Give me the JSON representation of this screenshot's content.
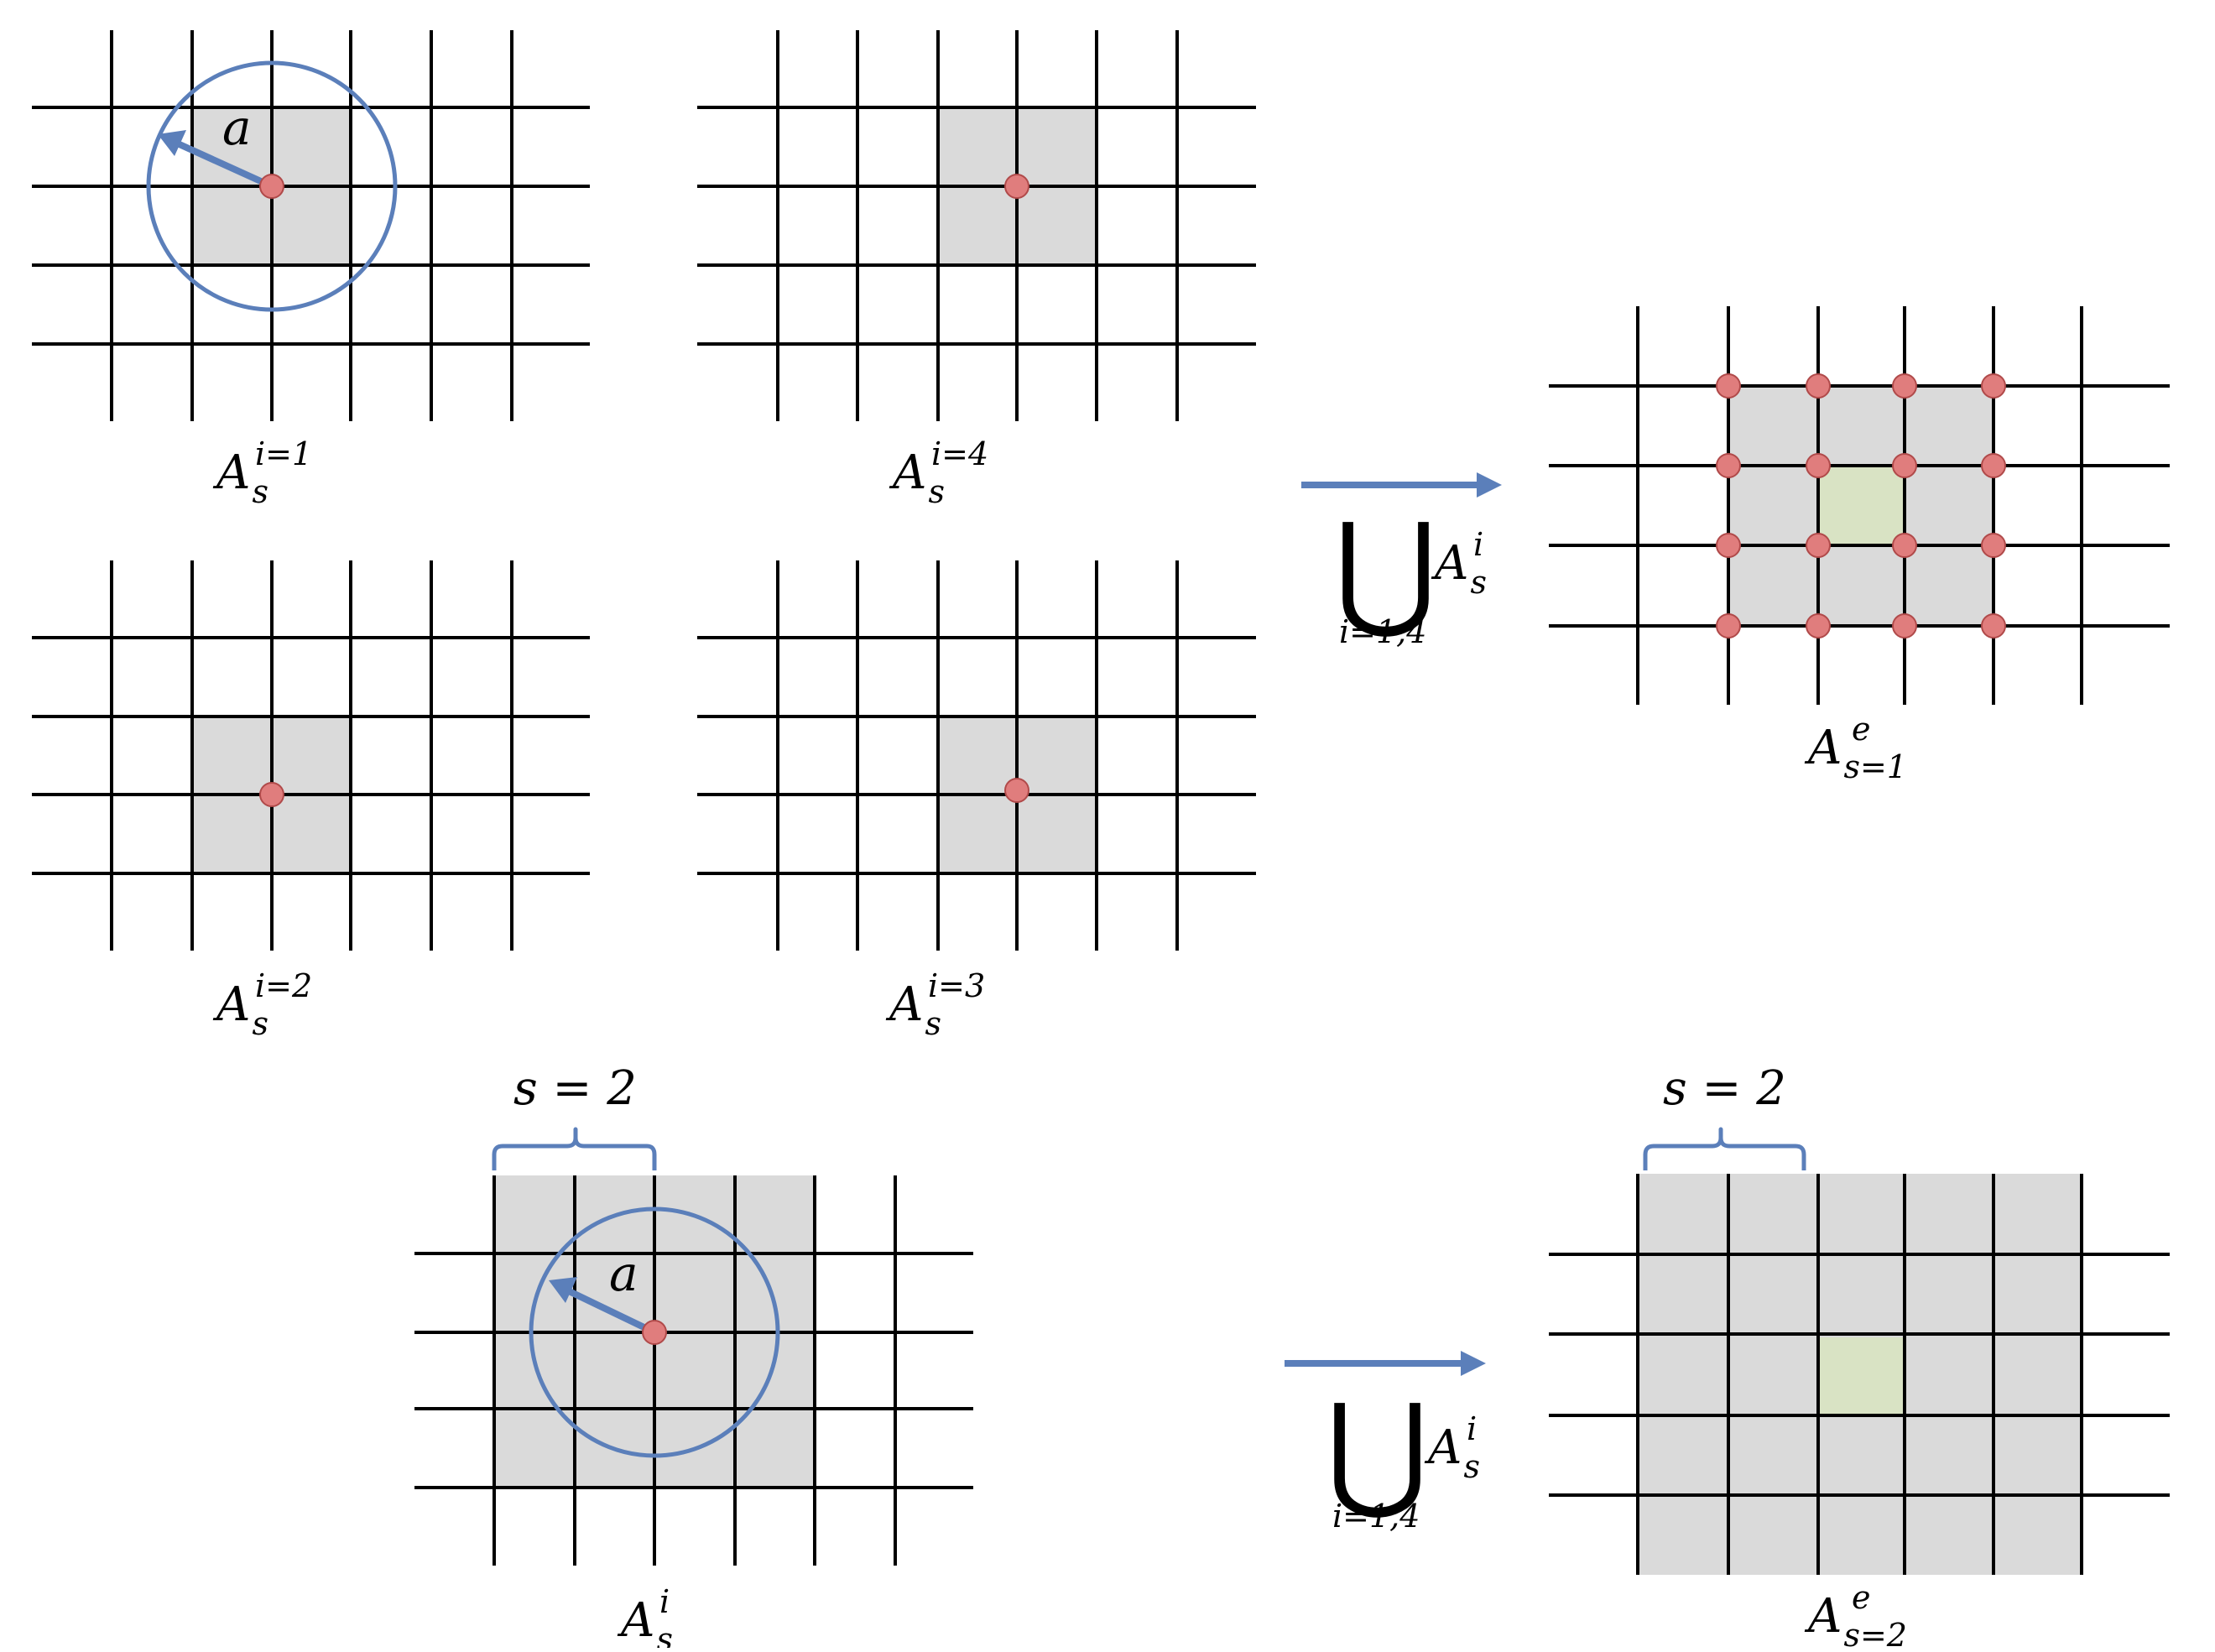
{
  "colors": {
    "grid_line": "#000000",
    "cell_fill": "#dadada",
    "center_cell_fill": "#d9e3c4",
    "node_fill": "#e07d7d",
    "node_stroke": "#b04a4a",
    "accent": "#5b7fba"
  },
  "radius_label": "a",
  "union": {
    "symbol": "⋃",
    "subscript": "i=1,4",
    "term_base": "A",
    "term_sub": "s",
    "term_sup": "i"
  },
  "panels": {
    "p1": {
      "base": "A",
      "sub": "s",
      "sup": "i=1"
    },
    "p4": {
      "base": "A",
      "sub": "s",
      "sup": "i=4"
    },
    "p2": {
      "base": "A",
      "sub": "s",
      "sup": "i=2"
    },
    "p3": {
      "base": "A",
      "sub": "s",
      "sup": "i=3"
    },
    "e1": {
      "base": "A",
      "sub": "s=1",
      "sup": "e"
    },
    "pi": {
      "base": "A",
      "sub": "s",
      "sup": "i",
      "brace_label": "s = 2"
    },
    "e2": {
      "base": "A",
      "sub": "s=2",
      "sup": "e",
      "brace_label": "s = 2"
    }
  }
}
